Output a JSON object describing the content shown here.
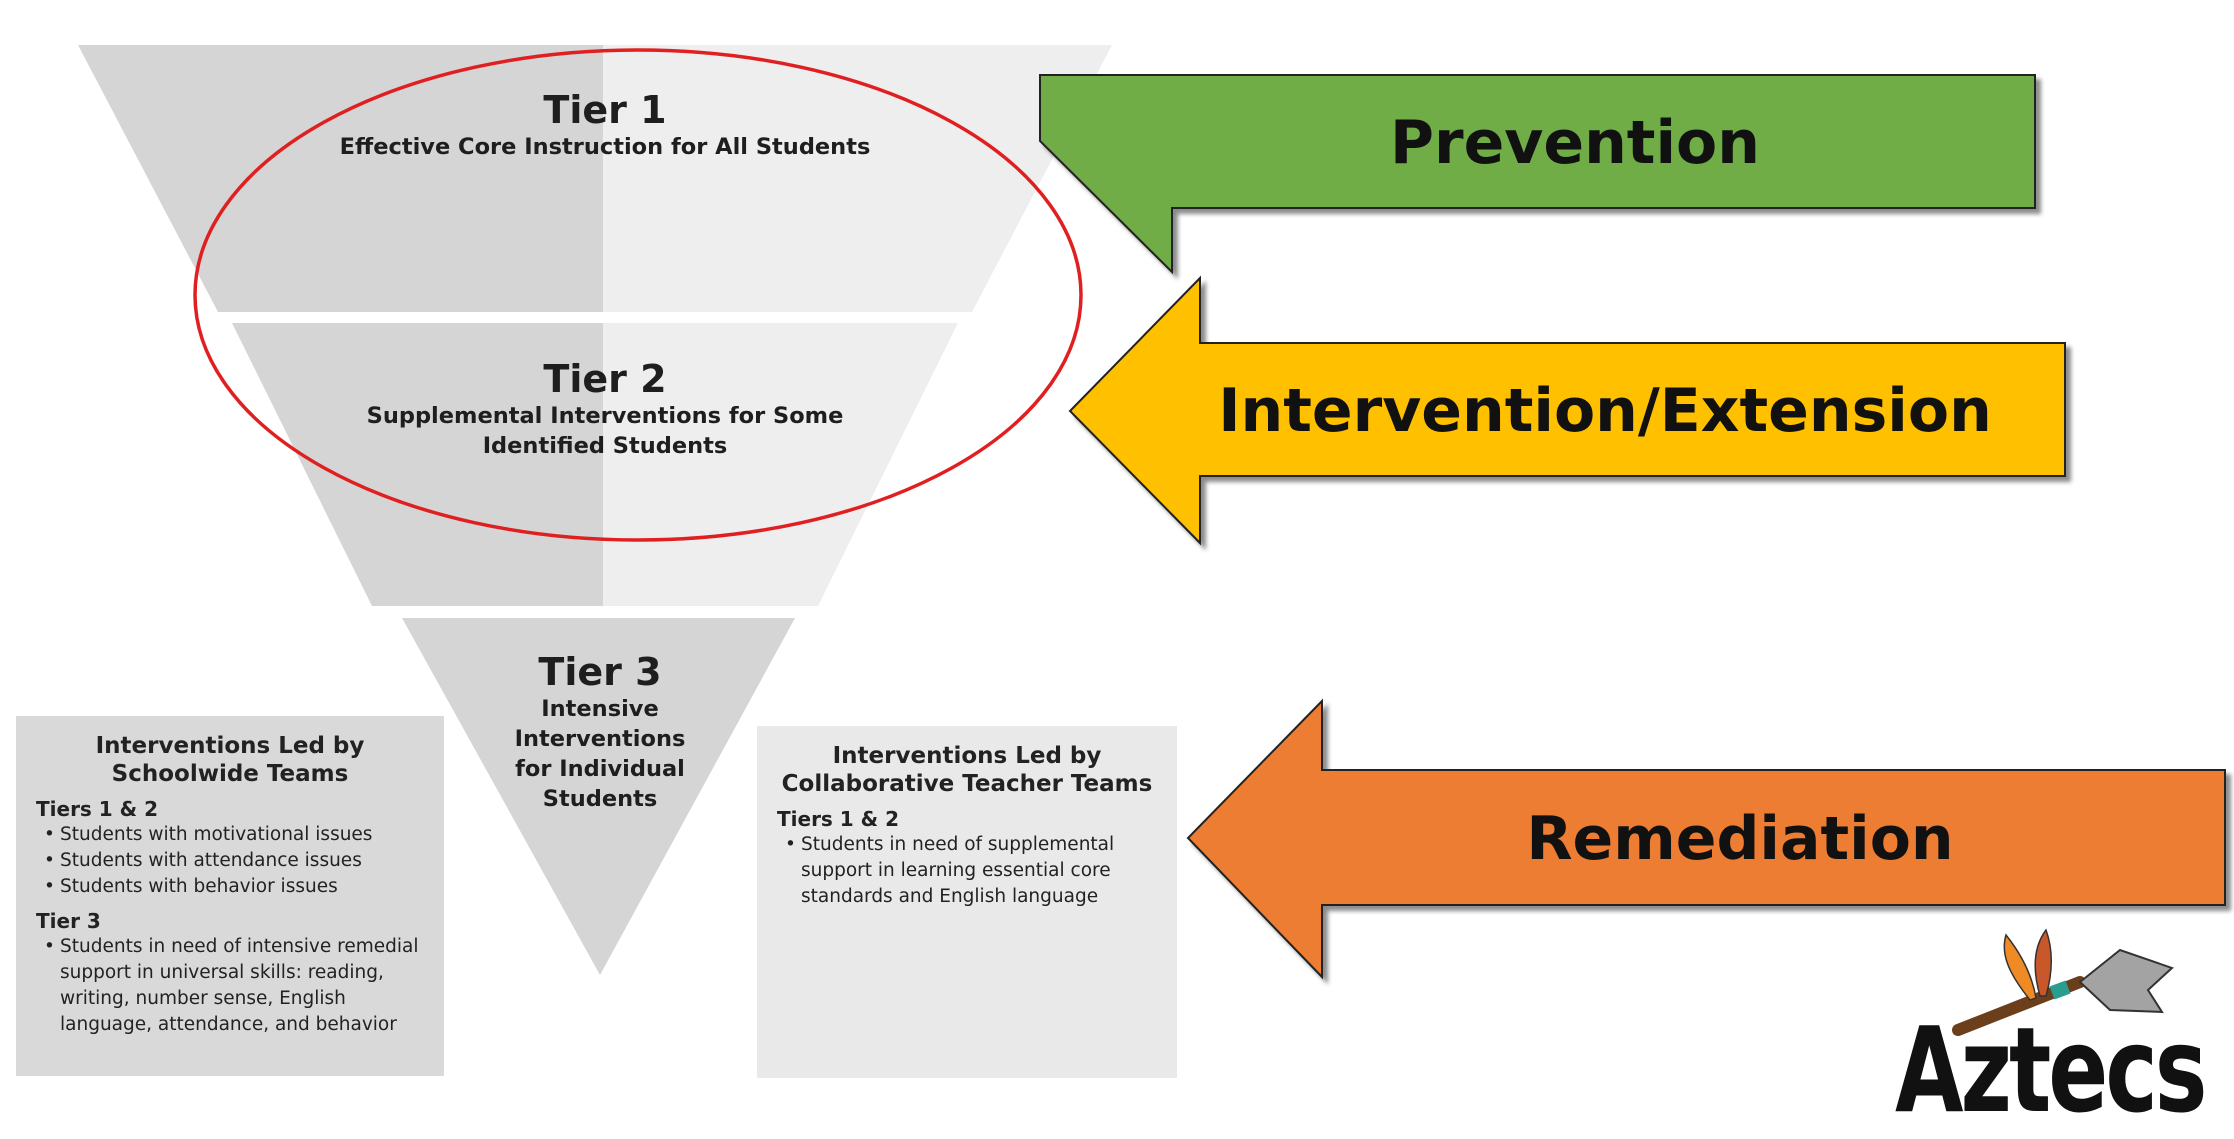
{
  "tiers": [
    {
      "title": "Tier 1",
      "subtitle": "Effective Core Instruction for All Students"
    },
    {
      "title": "Tier 2",
      "subtitle_line1": "Supplemental Interventions for Some",
      "subtitle_line2": "Identified Students"
    },
    {
      "title": "Tier 3",
      "subtitle_lines": [
        "Intensive",
        "Interventions",
        "for Individual",
        "Students"
      ]
    }
  ],
  "left_box": {
    "title_line1": "Interventions Led by",
    "title_line2": "Schoolwide Teams",
    "groups": [
      {
        "heading": "Tiers 1 & 2",
        "items": [
          "Students with motivational issues",
          "Students with attendance issues",
          "Students with behavior issues"
        ]
      },
      {
        "heading": "Tier 3",
        "items": [
          "Students in need of intensive remedial support in universal skills: reading, writing, number sense, English language, attendance, and behavior"
        ]
      }
    ]
  },
  "right_box": {
    "title_line1": "Interventions Led by",
    "title_line2": "Collaborative Teacher Teams",
    "groups": [
      {
        "heading": "Tiers 1 & 2",
        "items": [
          "Students in need of supplemental support in learning essential core standards and English language"
        ]
      }
    ]
  },
  "arrows": [
    {
      "label": "Prevention",
      "color": "#70ad47"
    },
    {
      "label": "Intervention/Extension",
      "color": "#ffc000"
    },
    {
      "label": "Remediation",
      "color": "#ed7d31"
    }
  ],
  "logo": {
    "text": "Aztecs",
    "color": "#111111"
  },
  "colors": {
    "pyramid_dark": "#d5d5d5",
    "pyramid_light": "#eeeeee",
    "highlight_ellipse": "#e02020"
  }
}
